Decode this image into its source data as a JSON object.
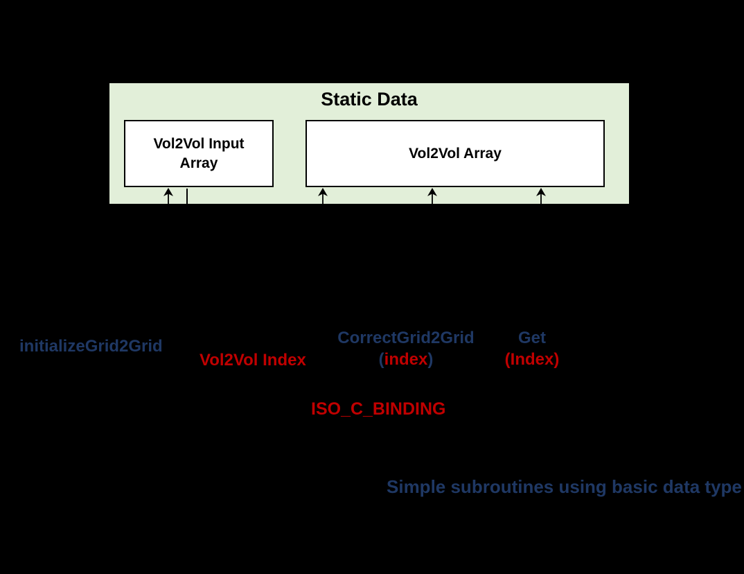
{
  "colors": {
    "background": "#000000",
    "panel_green": "#E2EFD9",
    "box_fill": "#FFFFFF",
    "box_border": "#000000",
    "navy": "#1F3864",
    "red": "#C00000"
  },
  "panel": {
    "title": "Static Data",
    "boxes": [
      {
        "label": "Vol2Vol Input\nArray"
      },
      {
        "label": "Vol2Vol Array"
      }
    ]
  },
  "labels": {
    "initialize_grid2grid": "initializeGrid2Grid",
    "vol2vol_index": "Vol2Vol Index",
    "correct_grid2grid": {
      "name": "CorrectGrid2Grid",
      "paren_open": "(",
      "arg": "index",
      "paren_close": ")"
    },
    "get": {
      "name": "Get",
      "arg": "(Index)"
    },
    "iso_c_binding": "ISO_C_BINDING",
    "simple_subroutines": "Simple subroutines using basic data type"
  }
}
